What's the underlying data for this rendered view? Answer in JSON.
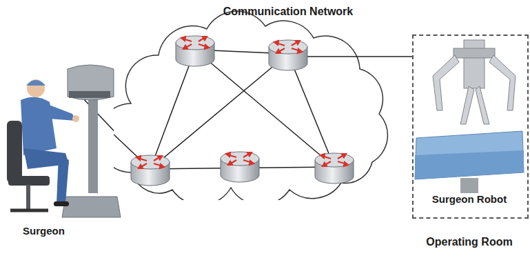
{
  "diagram": {
    "nodes": [
      {
        "text": [
          "Communication Network"
        ]
      },
      {
        "text": [
          "Surgeon Robot",
          "Operating Room"
        ]
      }
    ],
    "edges": [
      {
        "from": 0,
        "to": 1,
        "arrow": "none"
      }
    ],
    "labels": [
      "Surgeon"
    ]
  }
}
